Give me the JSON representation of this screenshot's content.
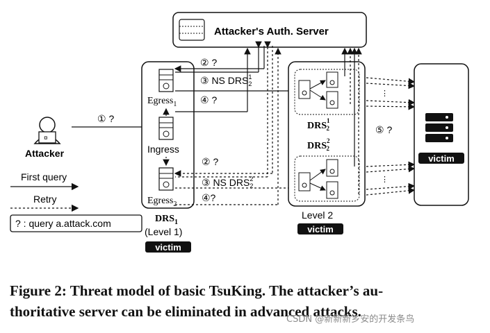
{
  "server": {
    "label": "Attacker's Auth. Server"
  },
  "attacker": {
    "label": "Attacker"
  },
  "legend": {
    "first_query": "First query",
    "retry": "Retry",
    "query_def": "? : query a.attack.com"
  },
  "drs1": {
    "egress1": "Egress",
    "egress1_sub": "1",
    "ingress": "Ingress",
    "egress2": "Egress",
    "egress2_sub": "2",
    "name": "DRS",
    "name_sub": "1",
    "level": "(Level 1)",
    "badge": "victim"
  },
  "drs2": {
    "top_label": "DRS",
    "top_sup": "1",
    "top_sub": "2",
    "bottom_label": "DRS",
    "bottom_sup": "2",
    "bottom_sub": "2",
    "level": "Level 2",
    "badge": "victim"
  },
  "victim_box": {
    "badge": "victim"
  },
  "steps": {
    "s1": "① ?",
    "s2a": "② ?",
    "s3a_prefix": "③ NS DRS",
    "s3a_sup": "1",
    "s3a_sub": "2",
    "s4a": "④ ?",
    "s2b": "② ?",
    "s3b_prefix": "③ NS DRS",
    "s3b_sup": "2",
    "s3b_sub": "2",
    "s4b": "④?",
    "s5": "⑤ ?"
  },
  "caption": {
    "line1": "Figure 2: Threat model of basic TsuKing. The attacker’s au-",
    "line2": "thoritative server can be eliminated in advanced attacks."
  },
  "watermark": "CSDN @新新新乡安的开发条鸟"
}
